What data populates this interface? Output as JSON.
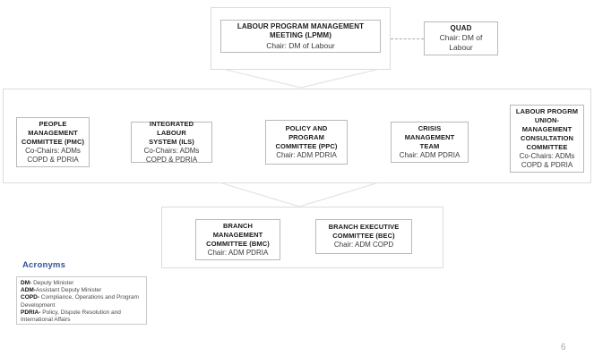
{
  "diagram": {
    "type": "org-chart",
    "title_visible": false,
    "page_number": "6",
    "accent_color": "#2f5496",
    "box_border_color": "#b9b9b9",
    "group_border_color": "#dcdcdc",
    "connector_color": "#e2e2e2"
  },
  "top": {
    "lpmm": {
      "title_line1": "LABOUR PROGRAM MANAGEMENT",
      "title_line2": "MEETING (LPMM)",
      "sub": "Chair: DM of Labour"
    },
    "quad": {
      "title": "QUAD",
      "sub_line1": "Chair: DM of",
      "sub_line2": "Labour"
    },
    "connector": "dashed"
  },
  "middle": {
    "nodes": [
      {
        "id": "pmc",
        "title_lines": [
          "PEOPLE",
          "MANAGEMENT",
          "COMMITTEE (PMC)"
        ],
        "sub_lines": [
          "Co-Chairs:  ADMs",
          "COPD & PDRIA"
        ]
      },
      {
        "id": "ils",
        "title_lines": [
          "INTEGRATED LABOUR",
          "SYSTEM (ILS)"
        ],
        "sub_lines": [
          "Co-Chairs:  ADMs",
          "COPD & PDRIA"
        ]
      },
      {
        "id": "ppc",
        "title_lines": [
          "POLICY AND",
          "PROGRAM",
          "COMMITTEE (PPC)"
        ],
        "sub_lines": [
          "Chair: ADM PDRIA"
        ]
      },
      {
        "id": "cmt",
        "title_lines": [
          "CRISIS",
          "MANAGEMENT",
          "TEAM"
        ],
        "sub_lines": [
          "Chair: ADM PDRIA"
        ]
      },
      {
        "id": "lpumcc",
        "title_lines": [
          "LABOUR PROGRM",
          "UNION-",
          "MANAGEMENT",
          "CONSULTATION",
          "COMMITTEE"
        ],
        "sub_lines": [
          "Co-Chairs:  ADMs",
          "COPD & PDRIA"
        ]
      }
    ]
  },
  "bottom": {
    "nodes": [
      {
        "id": "bmc",
        "title_lines": [
          "BRANCH",
          "MANAGEMENT",
          "COMMITTEE (BMC)"
        ],
        "sub_lines": [
          "Chair: ADM PDRIA"
        ]
      },
      {
        "id": "bec",
        "title_lines": [
          "BRANCH EXECUTIVE",
          "COMMITTEE (BEC)"
        ],
        "sub_lines": [
          "Chair: ADM COPD"
        ]
      }
    ]
  },
  "acronyms": {
    "heading": "Acronyms",
    "entries": [
      {
        "abbr": "DM-",
        "text": " Deputy Minister"
      },
      {
        "abbr": "ADM-",
        "text": "Assistant  Deputy Minister"
      },
      {
        "abbr": "COPD-",
        "text": " Compliance,  Operations  and Program Development"
      },
      {
        "abbr": "PDRIA-",
        "text": " Policy, Dispute Resolution  and International  Affairs"
      }
    ]
  }
}
